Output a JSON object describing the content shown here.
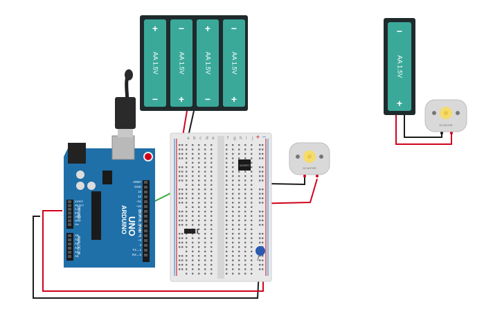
{
  "battery_pack_4": {
    "cells": [
      {
        "label": "AA 1.5V",
        "top_sign": "+",
        "bottom_sign": "−"
      },
      {
        "label": "AA 1.5V",
        "top_sign": "−",
        "bottom_sign": "+"
      },
      {
        "label": "AA 1.5V",
        "top_sign": "+",
        "bottom_sign": "−"
      },
      {
        "label": "AA 1.5V",
        "top_sign": "−",
        "bottom_sign": "+"
      }
    ]
  },
  "battery_pack_1": {
    "cells": [
      {
        "label": "AA 1.5V",
        "top_sign": "−",
        "bottom_sign": "+"
      }
    ]
  },
  "arduino": {
    "brand": "ARDUINO",
    "model": "UNO",
    "digital_label": "DIGITAL (PWM ~)",
    "power_label": "POWER",
    "analog_label": "ANALOG IN",
    "top_pins": [
      "AREF",
      "GND",
      "13",
      "12",
      "~11",
      "~10",
      "~9",
      "8",
      "7",
      "~6",
      "~5",
      "4",
      "~3",
      "2",
      "TX→1",
      "RX←0"
    ],
    "power_pins": [
      "IOREF",
      "RESET",
      "3.3V",
      "5V",
      "GND",
      "GND",
      "Vin"
    ],
    "analog_pins": [
      "A0",
      "A1",
      "A2",
      "A3",
      "A4",
      "A5"
    ]
  },
  "breadboard": {
    "col_letters_left": [
      "a",
      "b",
      "c",
      "d",
      "e"
    ],
    "col_letters_right": [
      "f",
      "g",
      "h",
      "i",
      "j"
    ],
    "rail_plus": "+",
    "rail_minus": "−"
  },
  "motor_main": {
    "label": "DC MOTOR"
  },
  "motor_side": {
    "label": "DC MOTOR"
  },
  "colors": {
    "battery_green": "#3aa99a",
    "battery_case": "#1f2a2c",
    "arduino_blue": "#1f6fa8",
    "breadboard_bg": "#e8e8e8",
    "wire_red": "#d0021b",
    "wire_black": "#1a1a1a",
    "wire_green": "#3aa83a",
    "wire_blue": "#2a7fd4",
    "diode": "#222222",
    "capacitor": "#2a5bb0",
    "motor_body": "#d9d9d9",
    "motor_gear": "#f5dc6a"
  }
}
